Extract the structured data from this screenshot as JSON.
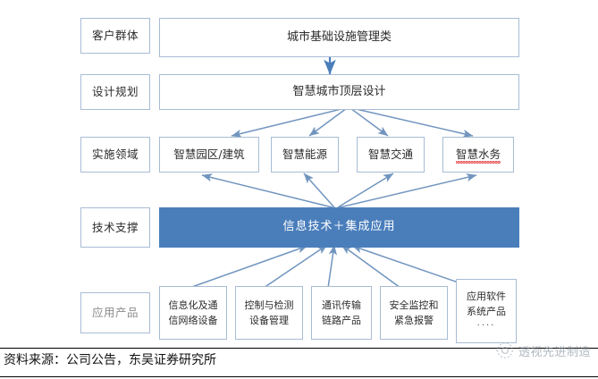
{
  "diagram": {
    "rows": [
      {
        "label": "客户群体",
        "boxes": [
          {
            "text": "城市基础设施管理类"
          }
        ]
      },
      {
        "label": "设计规划",
        "boxes": [
          {
            "text": "智慧城市顶层设计"
          }
        ]
      },
      {
        "label": "实施领域",
        "boxes": [
          {
            "text": "智慧园区/建筑"
          },
          {
            "text": "智慧能源"
          },
          {
            "text": "智慧交通"
          },
          {
            "text": "智慧水务",
            "spellcheck_flagged": "务"
          }
        ]
      },
      {
        "label": "技术支撑",
        "boxes": [
          {
            "text": "信息技术＋集成应用"
          }
        ]
      },
      {
        "label": "应用产品",
        "boxes": [
          {
            "line1": "信息化及通",
            "line2": "信网络设备"
          },
          {
            "line1": "控制与检测",
            "line2": "设备管理"
          },
          {
            "line1": "通讯传输",
            "line2": "链路产品"
          },
          {
            "line1": "安全监控和",
            "line2": "紧急报警"
          },
          {
            "line1": "应用软件",
            "line2": "系统产品",
            "line3": "····"
          }
        ]
      }
    ]
  },
  "footer": {
    "source": "资料来源：公司公告，东吴证券研究所"
  },
  "watermark": {
    "text": "透视先进制造"
  },
  "colors": {
    "tech_bar_fill": "#4a7ebb",
    "box_border": "#a8bcd4",
    "arrow": "#7195bf",
    "spellcheck_underline": "#e03a3a",
    "rule": "#000000"
  }
}
